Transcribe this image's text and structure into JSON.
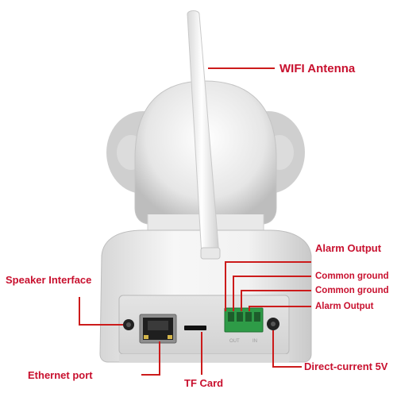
{
  "colors": {
    "label_text": "#c8102e",
    "leader_line": "#cc1b1b",
    "camera_body": "#eeeeee",
    "camera_shadow": "#b9b9b9",
    "terminal_green": "#2e9b47"
  },
  "labels": {
    "wifi_antenna": "WIFI Antenna",
    "alarm_output_top": "Alarm Output",
    "common_ground_1": "Common ground",
    "common_ground_2": "Common ground",
    "alarm_output_bottom": "Alarm Output",
    "speaker_interface": "Speaker Interface",
    "direct_current": "Direct-current 5V",
    "ethernet_port": "Ethernet port",
    "tf_card": "TF Card"
  },
  "port_markings": {
    "terminal_left": "OUT",
    "terminal_right": "IN"
  }
}
